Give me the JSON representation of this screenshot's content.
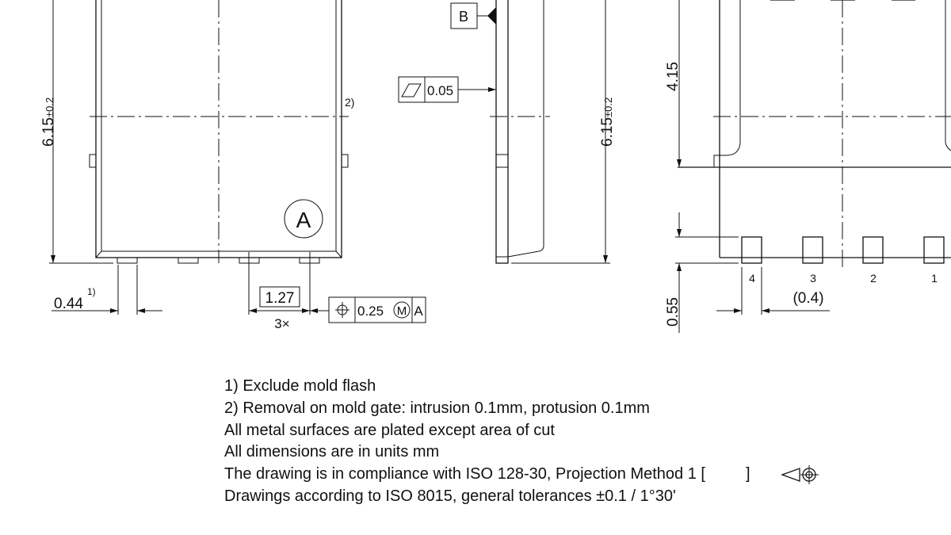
{
  "top_view": {
    "height_dim": "6.15",
    "height_tol": "±0.2",
    "note_ref_gate": "2)",
    "datum_marker": "A",
    "lead_width": "0.44",
    "lead_width_note": "1)",
    "pitch": "1.27",
    "pitch_count": "3×",
    "position_tolerance": {
      "symbol": "position-icon",
      "value": "0.25",
      "modifier": "M",
      "datum": "A"
    }
  },
  "side_view": {
    "datum_label": "B",
    "flatness": {
      "symbol": "flatness-icon",
      "value": "0.05"
    },
    "height_dim": "6.15",
    "height_tol": "±0.2"
  },
  "bottom_view": {
    "body_dim": "4.15",
    "lead_length": "0.55",
    "pad_gap": "(0.4)",
    "pin_labels": [
      "4",
      "3",
      "2",
      "1"
    ]
  },
  "notes": [
    "1) Exclude mold flash",
    "2) Removal on mold gate: intrusion 0.1mm, protusion 0.1mm",
    "All metal surfaces are plated except area of cut",
    "All dimensions are in units mm",
    "The drawing is in compliance with ISO 128-30, Projection Method 1 [",
    "Drawings according to ISO 8015, general tolerances ±0.1 / 1°30'"
  ],
  "projection_symbol": "first-angle-projection-icon",
  "projection_close": "]"
}
